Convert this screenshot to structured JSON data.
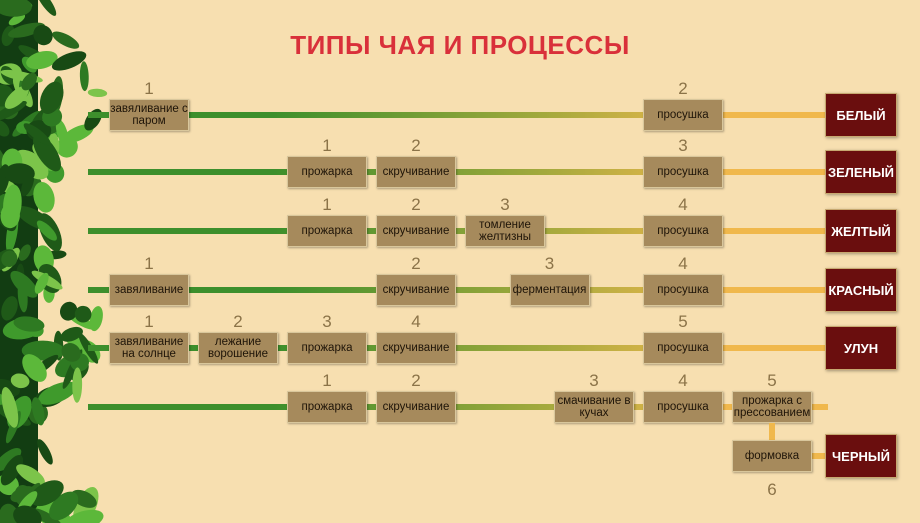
{
  "title": "ТИПЫ ЧАЯ И ПРОЦЕССЫ",
  "colors": {
    "background": "#f7dfb0",
    "title": "#d9303a",
    "process_box": "#a68a5c",
    "tea_box": "#6a0e0e",
    "line_green": "#3d8f2c",
    "line_olive": "#9ea83c",
    "line_orange": "#f0b84c"
  },
  "rows": [
    {
      "tea": "БЕЛЫЙ",
      "steps": [
        {
          "num": "1",
          "label": "завяливание с паром",
          "col": 0
        },
        {
          "num": "2",
          "label": "просушка",
          "col": 6
        }
      ]
    },
    {
      "tea": "ЗЕЛЕНЫЙ",
      "steps": [
        {
          "num": "1",
          "label": "прожарка",
          "col": 2
        },
        {
          "num": "2",
          "label": "скручивание",
          "col": 3
        },
        {
          "num": "3",
          "label": "просушка",
          "col": 6
        }
      ]
    },
    {
      "tea": "ЖЕЛТЫЙ",
      "steps": [
        {
          "num": "1",
          "label": "прожарка",
          "col": 2
        },
        {
          "num": "2",
          "label": "скручивание",
          "col": 3
        },
        {
          "num": "3",
          "label": "томление желтизны",
          "col": 4
        },
        {
          "num": "4",
          "label": "просушка",
          "col": 6
        }
      ]
    },
    {
      "tea": "КРАСНЫЙ",
      "steps": [
        {
          "num": "1",
          "label": "завяливание",
          "col": 0
        },
        {
          "num": "2",
          "label": "скручивание",
          "col": 3
        },
        {
          "num": "3",
          "label": "ферментация",
          "col": 4.5
        },
        {
          "num": "4",
          "label": "просушка",
          "col": 6
        }
      ]
    },
    {
      "tea": "УЛУН",
      "steps": [
        {
          "num": "1",
          "label": "завяливание на солнце",
          "col": 0
        },
        {
          "num": "2",
          "label": "лежание ворошение",
          "col": 1
        },
        {
          "num": "3",
          "label": "прожарка",
          "col": 2
        },
        {
          "num": "4",
          "label": "скручивание",
          "col": 3
        },
        {
          "num": "5",
          "label": "просушка",
          "col": 6
        }
      ]
    },
    {
      "tea": "ЧЕРНЫЙ",
      "steps": [
        {
          "num": "1",
          "label": "прожарка",
          "col": 2
        },
        {
          "num": "2",
          "label": "скручивание",
          "col": 3
        },
        {
          "num": "3",
          "label": "смачивание в кучах",
          "col": 5
        },
        {
          "num": "4",
          "label": "просушка",
          "col": 6
        },
        {
          "num": "5",
          "label": "прожарка с прессованием",
          "col": 7
        },
        {
          "num": "6",
          "label": "формовка",
          "col": 7,
          "extra": true
        }
      ]
    }
  ]
}
